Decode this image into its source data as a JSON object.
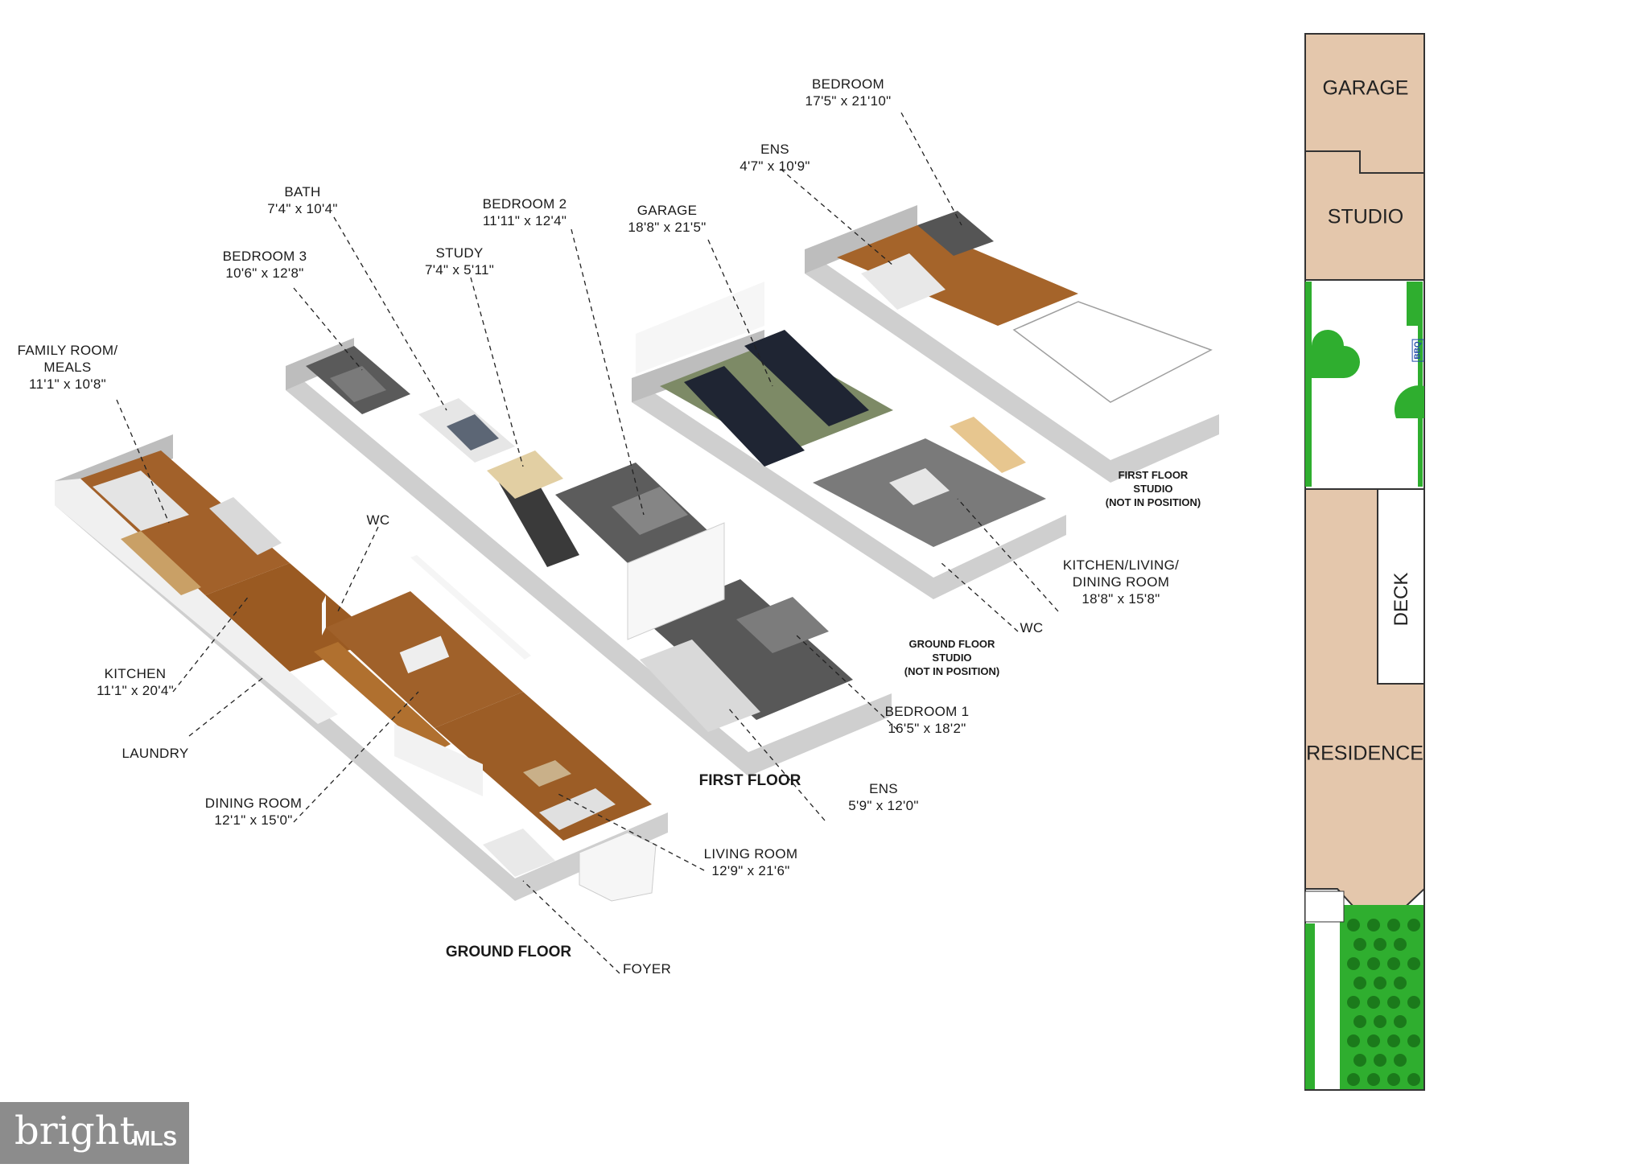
{
  "floors": {
    "ground": "GROUND FLOOR",
    "first": "FIRST FLOOR"
  },
  "notes": {
    "gf_studio": [
      "GROUND FLOOR",
      "STUDIO",
      "(NOT IN POSITION)"
    ],
    "ff_studio": [
      "FIRST FLOOR",
      "STUDIO",
      "(NOT IN POSITION)"
    ]
  },
  "rooms": {
    "family": {
      "name": [
        "FAMILY ROOM/",
        "MEALS"
      ],
      "dim": "11'1\" x 10'8\""
    },
    "kitchen": {
      "name": [
        "KITCHEN"
      ],
      "dim": "11'1\" x 20'4\""
    },
    "laundry": {
      "name": [
        "LAUNDRY"
      ],
      "dim": ""
    },
    "dining": {
      "name": [
        "DINING ROOM"
      ],
      "dim": "12'1\" x 15'0\""
    },
    "living": {
      "name": [
        "LIVING ROOM"
      ],
      "dim": "12'9\" x 21'6\""
    },
    "foyer": {
      "name": [
        "FOYER"
      ],
      "dim": ""
    },
    "wc_ground": {
      "name": [
        "WC"
      ],
      "dim": ""
    },
    "bedroom3": {
      "name": [
        "BEDROOM 3"
      ],
      "dim": "10'6\" x 12'8\""
    },
    "bath": {
      "name": [
        "BATH"
      ],
      "dim": "7'4\" x 10'4\""
    },
    "study": {
      "name": [
        "STUDY"
      ],
      "dim": "7'4\" x 5'11\""
    },
    "bedroom2": {
      "name": [
        "BEDROOM 2"
      ],
      "dim": "11'11\" x 12'4\""
    },
    "bedroom1": {
      "name": [
        "BEDROOM 1"
      ],
      "dim": "16'5\" x 18'2\""
    },
    "ens1": {
      "name": [
        "ENS"
      ],
      "dim": "5'9\" x 12'0\""
    },
    "garage": {
      "name": [
        "GARAGE"
      ],
      "dim": "18'8\" x 21'5\""
    },
    "ens2": {
      "name": [
        "ENS"
      ],
      "dim": "4'7\" x 10'9\""
    },
    "bedroom_studio": {
      "name": [
        "BEDROOM"
      ],
      "dim": "17'5\" x 21'10\""
    },
    "kitchen_studio": {
      "name": [
        "KITCHEN/LIVING/",
        "DINING ROOM"
      ],
      "dim": "18'8\" x 15'8\""
    },
    "wc_studio": {
      "name": [
        "WC"
      ],
      "dim": ""
    }
  },
  "site": {
    "garage": "GARAGE",
    "studio": "STUDIO",
    "deck": "DECK",
    "residence": "RESIDENCE",
    "bbq": "BBQ"
  },
  "brand": {
    "name": "bright",
    "suffix": "MLS"
  },
  "colors": {
    "floor_wood": "#9a5a22",
    "floor_wood_light": "#b8742f",
    "wall": "#f4f4f4",
    "wall_side": "#cfcfcf",
    "wall_dark": "#9e9e9e",
    "bed": "#555555",
    "tile_dark": "#3a3a3a",
    "tile_grey": "#9a9a9a",
    "site_fill": "#e4c7ac",
    "grass": "#2fae2f",
    "tree_dark": "#1b7a1b"
  }
}
